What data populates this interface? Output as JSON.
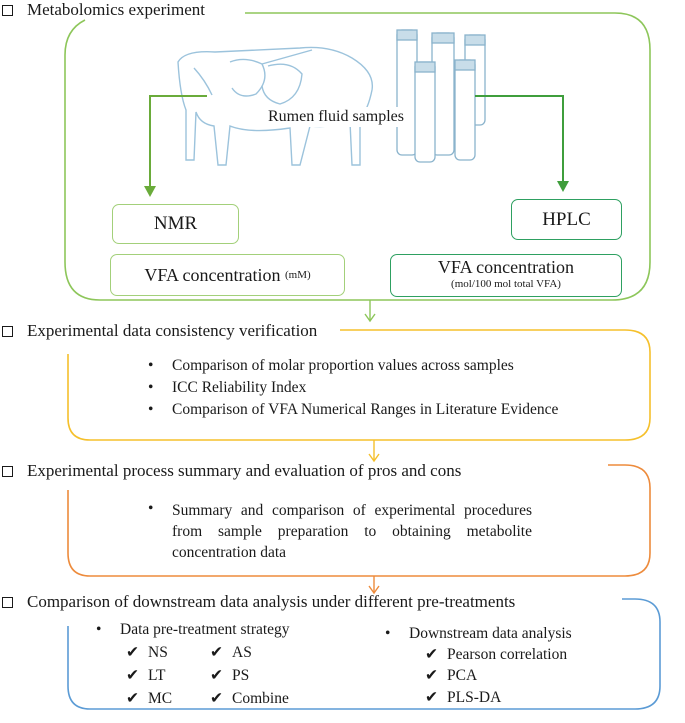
{
  "sections": {
    "s1": {
      "title": "Metabolomics experiment"
    },
    "s2": {
      "title": "Experimental data consistency verification",
      "bullets": [
        "Comparison of molar proportion values across samples",
        "ICC Reliability Index",
        "Comparison of VFA Numerical Ranges in Literature Evidence"
      ]
    },
    "s3": {
      "title": "Experimental process summary and evaluation of pros and cons",
      "bullets": [
        "Summary and comparison of experimental procedures from sample preparation to obtaining metabolite concentration data"
      ]
    },
    "s4": {
      "title": "Comparison of downstream data analysis under different pre-treatments",
      "left_header": "Data pre-treatment strategy",
      "left_items": [
        "NS",
        "LT",
        "MC",
        "AS",
        "PS",
        "Combine"
      ],
      "right_header": "Downstream data analysis",
      "right_items": [
        "Pearson correlation",
        "PCA",
        "PLS-DA"
      ]
    }
  },
  "experiment": {
    "sample_label": "Rumen fluid samples",
    "nmr_label": "NMR",
    "hplc_label": "HPLC",
    "nmr_result": "VFA concentration",
    "nmr_unit": "(mM)",
    "hplc_result": "VFA concentration",
    "hplc_unit": "(mol/100 mol total VFA)"
  },
  "colors": {
    "section1": "#8dc65a",
    "section2": "#f5c02c",
    "section3": "#ed8b3c",
    "section4": "#5b9bd5",
    "nmr_box": "#a3d07a",
    "hplc_box": "#2ea061",
    "cow": "#9cc3dc",
    "tube": "#9cc3dc"
  },
  "icons": [
    "checkbox-icon",
    "bullet-dot",
    "check-mark-icon",
    "cow-illustration",
    "sample-tubes-illustration"
  ]
}
